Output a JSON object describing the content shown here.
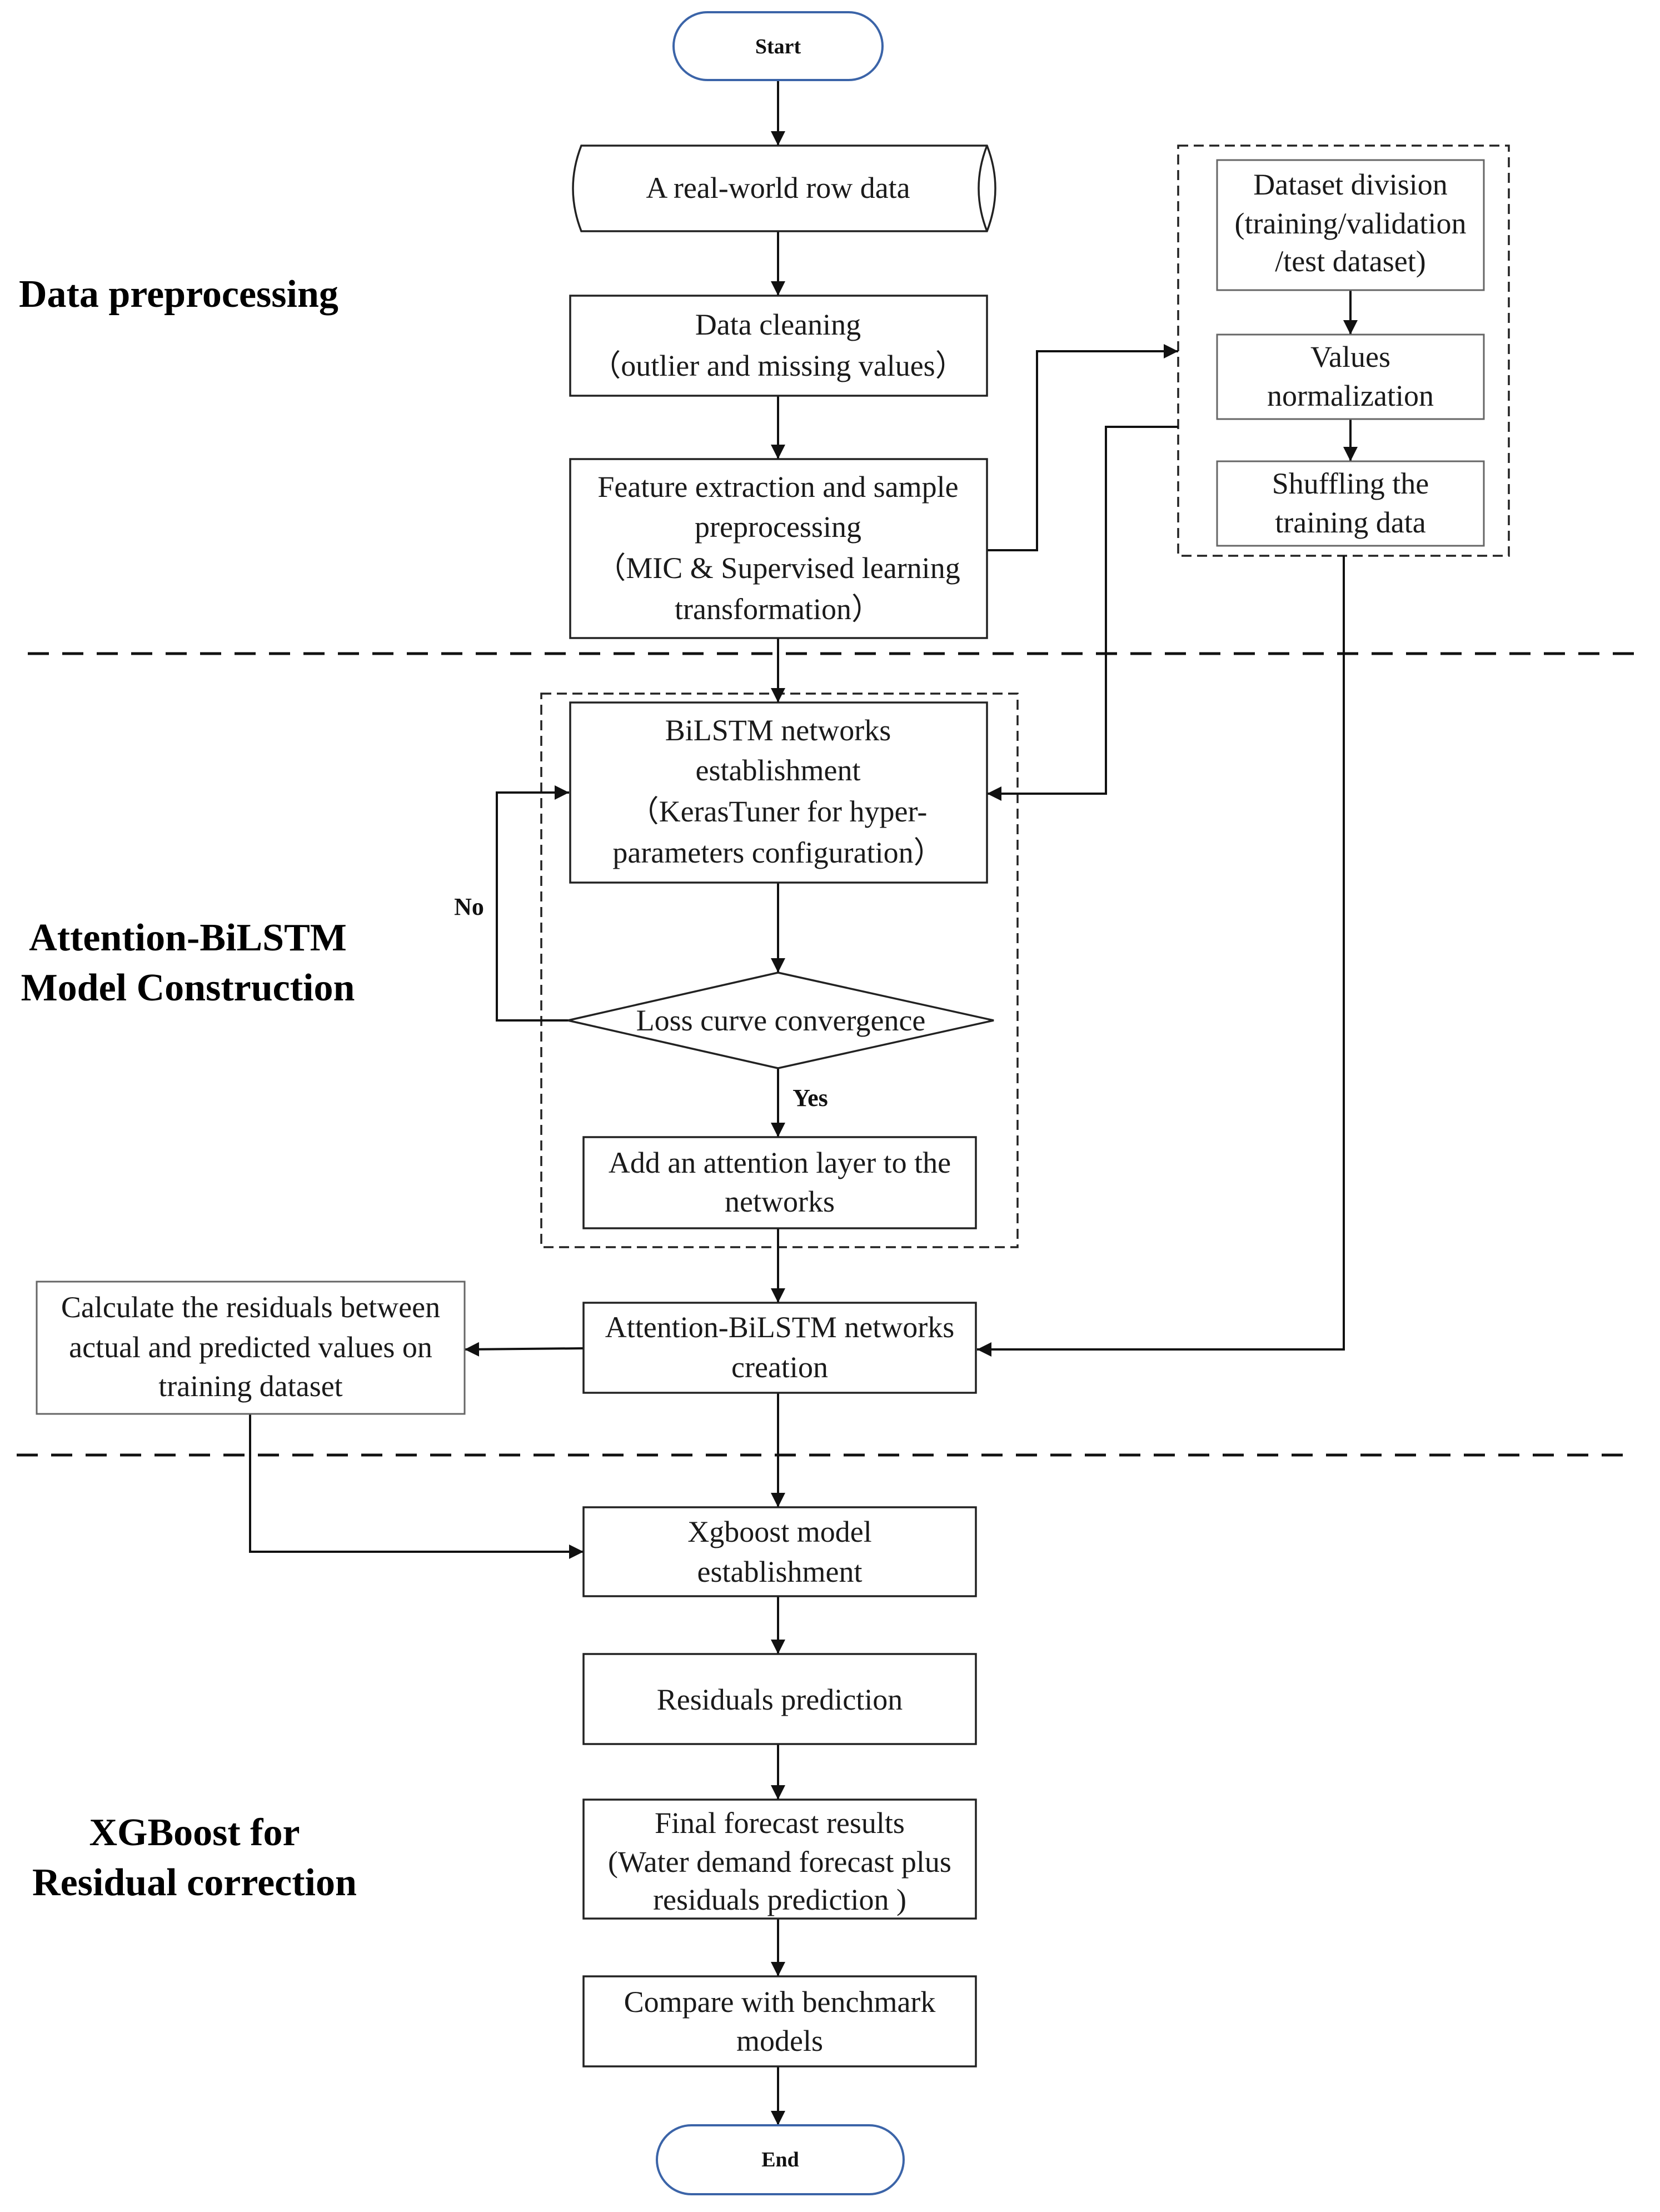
{
  "sections": {
    "data_preprocessing": "Data preprocessing",
    "attention_line1": "Attention-BiLSTM",
    "attention_line2": "Model Construction",
    "xgboost_line1": "XGBoost for",
    "xgboost_line2": "Residual correction"
  },
  "nodes": {
    "start": "Start",
    "raw_data": "A real-world row data",
    "cleaning_l1": "Data cleaning",
    "cleaning_l2": "（outlier and missing values）",
    "feature_l1": "Feature extraction and sample",
    "feature_l2": "preprocessing",
    "feature_l3": "（MIC & Supervised learning",
    "feature_l4": "transformation）",
    "division_l1": "Dataset division",
    "division_l2": "(training/validation",
    "division_l3": "/test dataset)",
    "normalization_l1": "Values",
    "normalization_l2": "normalization",
    "shuffle_l1": "Shuffling the",
    "shuffle_l2": "training data",
    "bilstm_l1": "BiLSTM networks",
    "bilstm_l2": "establishment",
    "bilstm_l3": "（KerasTuner for hyper-",
    "bilstm_l4": "parameters configuration）",
    "convergence": "Loss curve convergence",
    "attention_layer_l1": "Add an attention layer to the",
    "attention_layer_l2": "networks",
    "creation_l1": "Attention-BiLSTM networks",
    "creation_l2": "creation",
    "residuals_calc_l1": "Calculate the residuals between",
    "residuals_calc_l2": "actual and predicted values  on",
    "residuals_calc_l3": "training dataset",
    "xgboost_l1": "Xgboost model",
    "xgboost_l2": "establishment",
    "residual_pred": "Residuals prediction",
    "final_l1": "Final forecast results",
    "final_l2": "(Water demand forecast plus",
    "final_l3": "residuals prediction )",
    "compare_l1": "Compare with benchmark",
    "compare_l2": "models",
    "end": "End"
  },
  "branches": {
    "no": "No",
    "yes": "Yes"
  }
}
